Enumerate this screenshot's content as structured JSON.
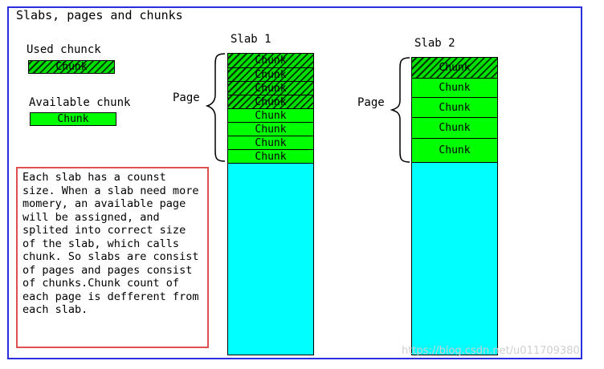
{
  "title": "Slabs, pages and chunks",
  "legend": {
    "used_label": "Used chunck",
    "used_chunk": "Chunk",
    "available_label": "Available chunk",
    "available_chunk": "Chunk"
  },
  "slabs": [
    {
      "name": "Slab 1",
      "page_label": "Page",
      "chunks": [
        {
          "label": "Chunk",
          "state": "used"
        },
        {
          "label": "Chunk",
          "state": "used"
        },
        {
          "label": "Chunk",
          "state": "used"
        },
        {
          "label": "Chunk",
          "state": "used"
        },
        {
          "label": "Chunk",
          "state": "available"
        },
        {
          "label": "Chunk",
          "state": "available"
        },
        {
          "label": "Chunk",
          "state": "available"
        },
        {
          "label": "Chunk",
          "state": "available"
        }
      ]
    },
    {
      "name": "Slab 2",
      "page_label": "Page",
      "chunks": [
        {
          "label": "Chunk",
          "state": "used"
        },
        {
          "label": "Chunk",
          "state": "available"
        },
        {
          "label": "Chunk",
          "state": "available"
        },
        {
          "label": "Chunk",
          "state": "available"
        },
        {
          "label": "Chunk",
          "state": "available"
        }
      ]
    }
  ],
  "note": "Each slab has a counst size. When a slab need more momery, an available page will be assigned, and splited into correct size of the slab, which calls chunk. So slabs are consist of pages and pages consist of chunks.Chunk count of each page is defferent from each slab.",
  "watermark": "https://blog.csdn.net/u011709380",
  "colors": {
    "frame": "#2d2de0",
    "chunk_green": "#00ff00",
    "slab_cyan": "#00ffff",
    "note_border": "#e05050"
  }
}
